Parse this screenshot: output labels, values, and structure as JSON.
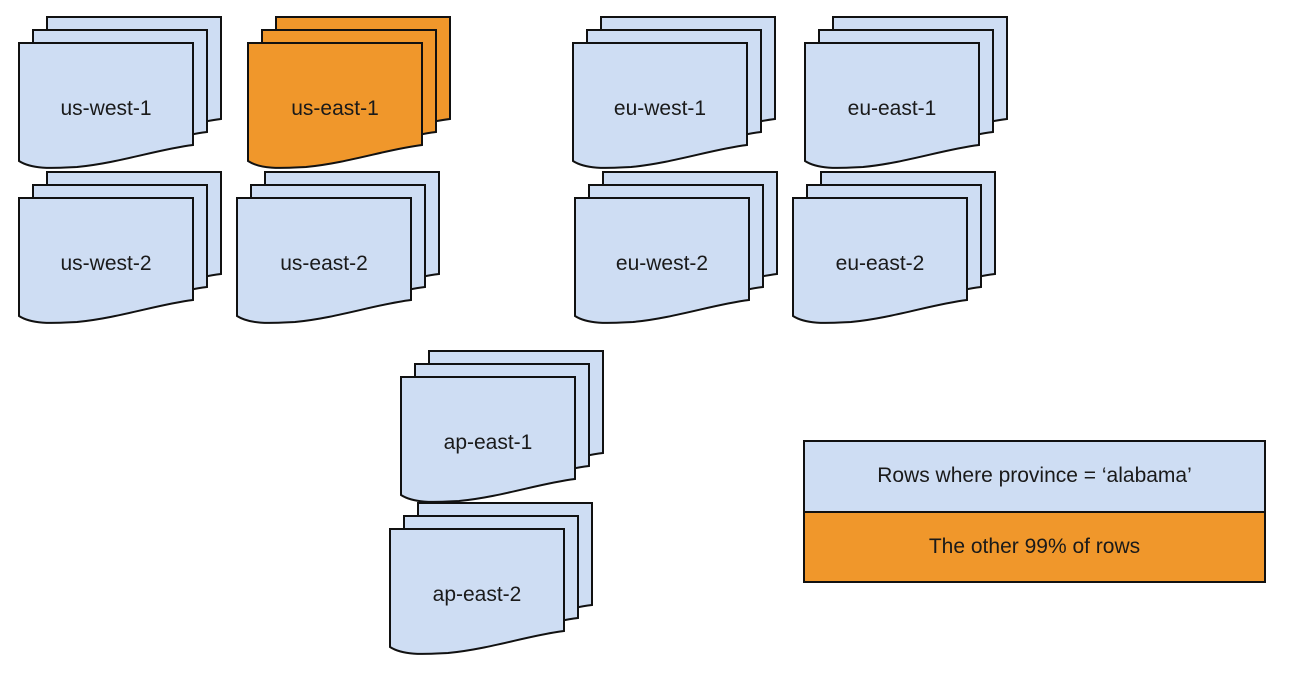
{
  "colors": {
    "background": "#ffffff",
    "document_fill": "#ceddf3",
    "highlight_fill": "#f0972b",
    "outline": "#111111",
    "text": "#1a1a1a"
  },
  "regions": [
    {
      "label": "us-west-1",
      "color": "#ceddf3",
      "highlighted": false
    },
    {
      "label": "us-east-1",
      "color": "#f0972b",
      "highlighted": true
    },
    {
      "label": "eu-west-1",
      "color": "#ceddf3",
      "highlighted": false
    },
    {
      "label": "eu-east-1",
      "color": "#ceddf3",
      "highlighted": false
    },
    {
      "label": "us-west-2",
      "color": "#ceddf3",
      "highlighted": false
    },
    {
      "label": "us-east-2",
      "color": "#ceddf3",
      "highlighted": false
    },
    {
      "label": "eu-west-2",
      "color": "#ceddf3",
      "highlighted": false
    },
    {
      "label": "eu-east-2",
      "color": "#ceddf3",
      "highlighted": false
    },
    {
      "label": "ap-east-1",
      "color": "#ceddf3",
      "highlighted": false
    },
    {
      "label": "ap-east-2",
      "color": "#ceddf3",
      "highlighted": false
    }
  ],
  "legend": {
    "items": [
      {
        "label": "Rows where province = ‘alabama’",
        "color": "#ceddf3"
      },
      {
        "label": "The other 99% of rows",
        "color": "#f0972b"
      }
    ]
  }
}
